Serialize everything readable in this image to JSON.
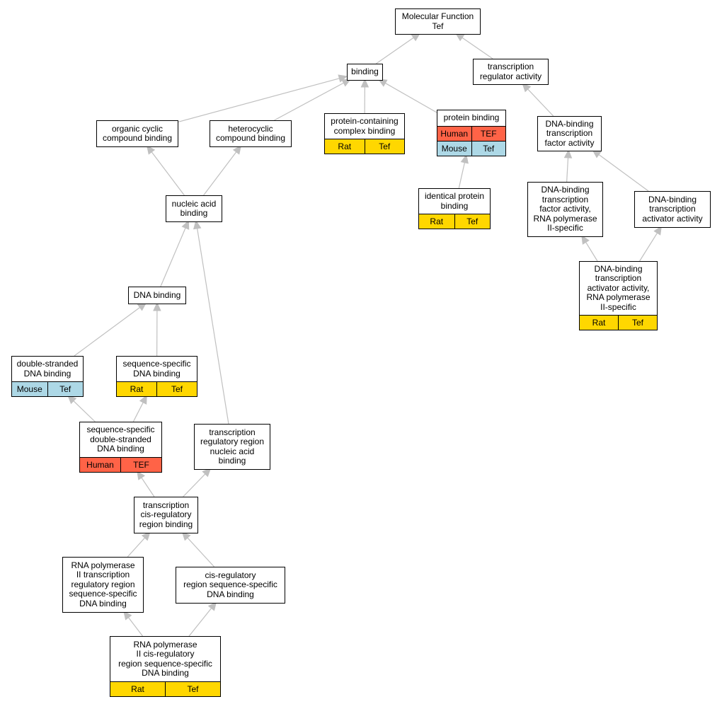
{
  "colors": {
    "edge": "#c0c0c0",
    "rat": "#ffd700",
    "human": "#ff6347",
    "mouse": "#add8e6",
    "node_border": "#000000",
    "node_fill": "#ffffff"
  },
  "nodes": [
    {
      "id": "mf",
      "label": "Molecular Function\nTef",
      "annotations": []
    },
    {
      "id": "binding",
      "label": "binding",
      "annotations": []
    },
    {
      "id": "trans_reg",
      "label": "transcription\nregulator activity",
      "annotations": []
    },
    {
      "id": "organic",
      "label": "organic cyclic\ncompound binding",
      "annotations": []
    },
    {
      "id": "hetero",
      "label": "heterocyclic\ncompound binding",
      "annotations": []
    },
    {
      "id": "protcomplex",
      "label": "protein-containing\ncomplex binding",
      "annotations": [
        {
          "species": "Rat",
          "gene": "Tef",
          "color": "rat"
        }
      ]
    },
    {
      "id": "protbind",
      "label": "protein binding",
      "annotations": [
        {
          "species": "Human",
          "gene": "TEF",
          "color": "human"
        },
        {
          "species": "Mouse",
          "gene": "Tef",
          "color": "mouse"
        }
      ]
    },
    {
      "id": "dnabtf",
      "label": "DNA-binding\ntranscription\nfactor activity",
      "annotations": []
    },
    {
      "id": "nucleic",
      "label": "nucleic acid\nbinding",
      "annotations": []
    },
    {
      "id": "identical",
      "label": "identical protein\nbinding",
      "annotations": [
        {
          "species": "Rat",
          "gene": "Tef",
          "color": "rat"
        }
      ]
    },
    {
      "id": "dnabtf_pol2",
      "label": "DNA-binding\ntranscription\nfactor activity,\nRNA polymerase\nII-specific",
      "annotations": []
    },
    {
      "id": "dnabta",
      "label": "DNA-binding\ntranscription\nactivator activity",
      "annotations": []
    },
    {
      "id": "dnabta_pol2",
      "label": "DNA-binding\ntranscription\nactivator activity,\nRNA polymerase\nII-specific",
      "annotations": [
        {
          "species": "Rat",
          "gene": "Tef",
          "color": "rat"
        }
      ]
    },
    {
      "id": "dnabinding",
      "label": "DNA binding",
      "annotations": []
    },
    {
      "id": "dsdna",
      "label": "double-stranded\nDNA binding",
      "annotations": [
        {
          "species": "Mouse",
          "gene": "Tef",
          "color": "mouse"
        }
      ]
    },
    {
      "id": "seqspec",
      "label": "sequence-specific\nDNA binding",
      "annotations": [
        {
          "species": "Rat",
          "gene": "Tef",
          "color": "rat"
        }
      ]
    },
    {
      "id": "seqspec_ds",
      "label": "sequence-specific\ndouble-stranded\nDNA binding",
      "annotations": [
        {
          "species": "Human",
          "gene": "TEF",
          "color": "human"
        }
      ]
    },
    {
      "id": "trna",
      "label": "transcription\nregulatory region\nnucleic acid\nbinding",
      "annotations": []
    },
    {
      "id": "tcis",
      "label": "transcription\ncis-regulatory\nregion binding",
      "annotations": []
    },
    {
      "id": "rnapol2_trr",
      "label": "RNA polymerase\nII transcription\nregulatory region\nsequence-specific\nDNA binding",
      "annotations": []
    },
    {
      "id": "cisreg",
      "label": "cis-regulatory\nregion sequence-specific\nDNA binding",
      "annotations": []
    },
    {
      "id": "rnapol2_cis",
      "label": "RNA polymerase\nII cis-regulatory\nregion sequence-specific\nDNA binding",
      "annotations": [
        {
          "species": "Rat",
          "gene": "Tef",
          "color": "rat"
        }
      ]
    }
  ],
  "edges": [
    {
      "from": "binding",
      "to": "mf"
    },
    {
      "from": "trans_reg",
      "to": "mf"
    },
    {
      "from": "organic",
      "to": "binding"
    },
    {
      "from": "hetero",
      "to": "binding"
    },
    {
      "from": "protcomplex",
      "to": "binding"
    },
    {
      "from": "protbind",
      "to": "binding"
    },
    {
      "from": "dnabtf",
      "to": "trans_reg"
    },
    {
      "from": "nucleic",
      "to": "organic"
    },
    {
      "from": "nucleic",
      "to": "hetero"
    },
    {
      "from": "identical",
      "to": "protbind"
    },
    {
      "from": "dnabtf_pol2",
      "to": "dnabtf"
    },
    {
      "from": "dnabta",
      "to": "dnabtf"
    },
    {
      "from": "dnabta_pol2",
      "to": "dnabtf_pol2"
    },
    {
      "from": "dnabta_pol2",
      "to": "dnabta"
    },
    {
      "from": "dnabinding",
      "to": "nucleic"
    },
    {
      "from": "trna",
      "to": "nucleic"
    },
    {
      "from": "dsdna",
      "to": "dnabinding"
    },
    {
      "from": "seqspec",
      "to": "dnabinding"
    },
    {
      "from": "seqspec_ds",
      "to": "dsdna"
    },
    {
      "from": "seqspec_ds",
      "to": "seqspec"
    },
    {
      "from": "tcis",
      "to": "seqspec_ds"
    },
    {
      "from": "tcis",
      "to": "trna"
    },
    {
      "from": "rnapol2_trr",
      "to": "tcis"
    },
    {
      "from": "cisreg",
      "to": "tcis"
    },
    {
      "from": "rnapol2_cis",
      "to": "rnapol2_trr"
    },
    {
      "from": "rnapol2_cis",
      "to": "cisreg"
    }
  ]
}
